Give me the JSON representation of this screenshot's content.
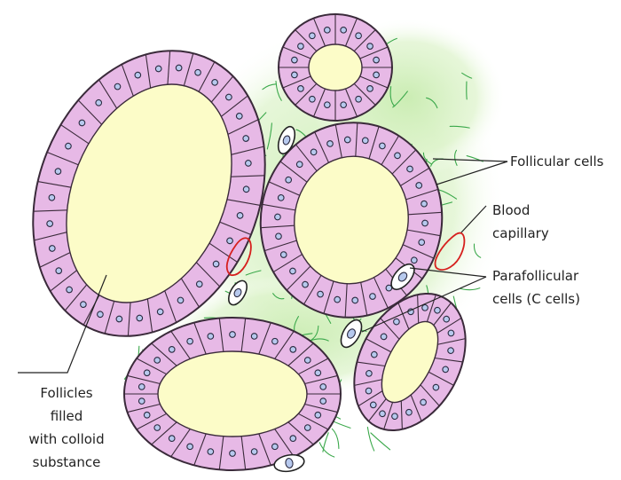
{
  "labels": {
    "follicular_cells": "Follicular cells",
    "blood_capillary": [
      "Blood",
      "capillary"
    ],
    "parafollicular_cells": [
      "Parafollicular",
      "cells (C cells)"
    ],
    "follicles": [
      "Follicles",
      "filled",
      "with colloid",
      "substance"
    ]
  },
  "colors": {
    "cell_fill": "#e7b9e6",
    "cell_outline": "#3a2a3a",
    "colloid": "#fcfcc8",
    "nucleus_fill": "#b7c9ee",
    "connective_tissue": "#c9ecb1",
    "fibres": "#3aa84a",
    "capillary": "#d6201e"
  }
}
